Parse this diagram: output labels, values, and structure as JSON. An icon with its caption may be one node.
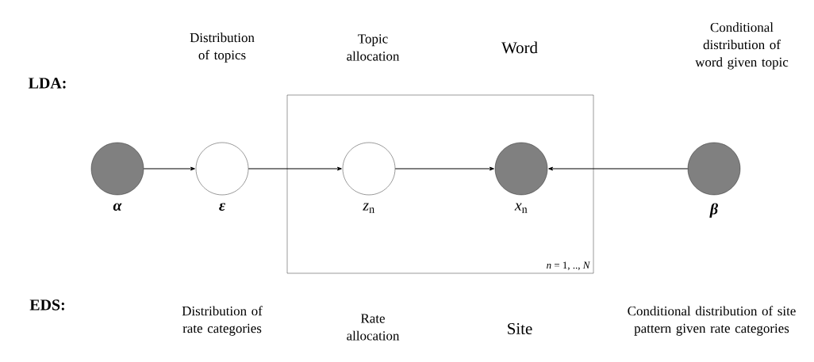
{
  "diagram": {
    "nodes": [
      {
        "text": [
          "*n* = 1, .., *N*"
        ]
      },
      {
        "text": [],
        "shape": "circle",
        "beside": [
          "α"
        ]
      },
      {
        "text": [],
        "shape": "circle",
        "beside": [
          "ε"
        ]
      },
      {
        "text": [],
        "shape": "circle",
        "beside": [
          "*z*$_{n}$"
        ],
        "in": 0
      },
      {
        "text": [],
        "shape": "circle",
        "beside": [
          "*x*$_{n}$"
        ],
        "in": 0
      },
      {
        "text": [],
        "shape": "circle",
        "beside": [
          "β"
        ]
      }
    ],
    "edges": [
      {
        "from": 1,
        "to": 2,
        "arrow": "to"
      },
      {
        "from": 2,
        "to": 3,
        "arrow": "to"
      },
      {
        "from": 3,
        "to": 4,
        "arrow": "to"
      },
      {
        "from": 5,
        "to": 4,
        "arrow": "to"
      }
    ],
    "labels": [
      "LDA:",
      "Distribution of topics",
      "Topic allocation",
      "Word",
      "Conditional distribution of word given topic",
      "EDS:",
      "Distribution of rate categories",
      "Rate allocation",
      "Site",
      "Conditional distribution of site pattern given rate categories"
    ]
  }
}
